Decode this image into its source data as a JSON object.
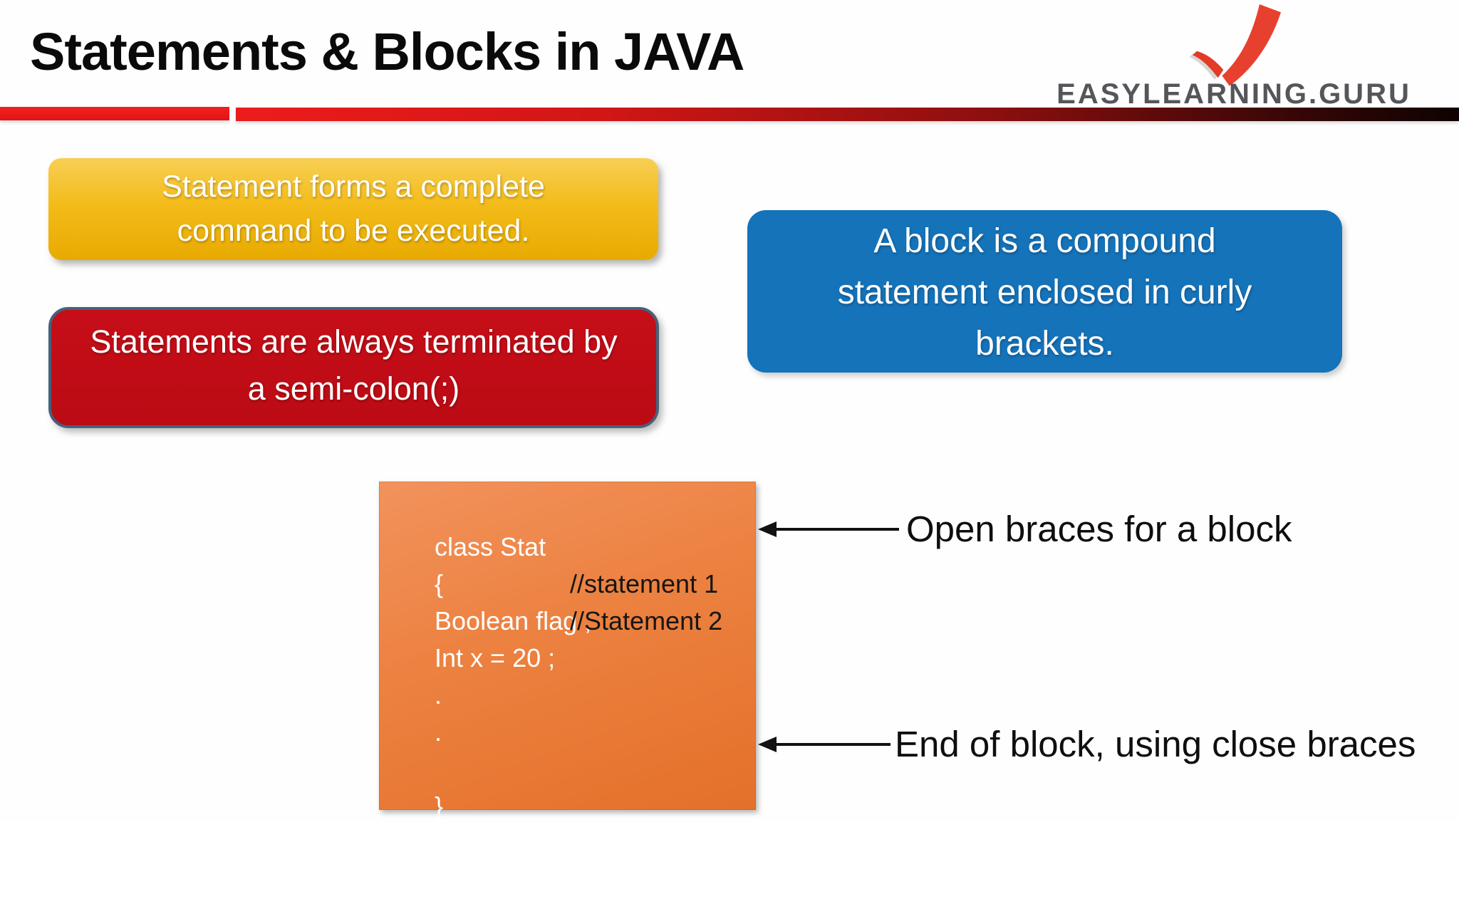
{
  "title": "Statements & Blocks in JAVA",
  "logo": {
    "brand": "EASYLEARNING.GURU",
    "checkmark_color": "#e8402e",
    "text_color": "#55565a"
  },
  "divider": {
    "left_color": "#ec1c1c",
    "right_gradient_start": "#ec1c1c",
    "right_gradient_end": "#0f0202"
  },
  "info_boxes": [
    {
      "id": "statement-definition",
      "color": "#f3bc1a",
      "text_color": "#ffffff",
      "lines": [
        "Statement forms a complete",
        "command to be executed."
      ]
    },
    {
      "id": "statement-termination",
      "color": "#c10d17",
      "border_color": "#45617c",
      "text_color": "#ffffff",
      "lines": [
        "Statements are always terminated by",
        "a semi-colon(;)"
      ]
    },
    {
      "id": "block-definition",
      "color": "#1573ba",
      "text_color": "#ffffff",
      "lines": [
        "A block is a compound",
        "statement enclosed in curly",
        "brackets."
      ]
    }
  ],
  "code_box": {
    "background": "#e9782f",
    "code_color": "#ffffff",
    "comment_color": "#161616",
    "lines": [
      {
        "code": "class Stat",
        "comment": ""
      },
      {
        "code": "{",
        "comment": ""
      },
      {
        "code": "Boolean flag ; ",
        "comment": "//statement 1"
      },
      {
        "code": "Int x = 20 ;",
        "comment": "//Statement 2"
      },
      {
        "code": ".",
        "comment": ""
      },
      {
        "code": ".",
        "comment": ""
      },
      {
        "code": "",
        "comment": ""
      },
      {
        "code": "}",
        "comment": ""
      }
    ]
  },
  "annotations": [
    {
      "label": "Open braces for a block"
    },
    {
      "label": "End of block, using close braces"
    }
  ]
}
